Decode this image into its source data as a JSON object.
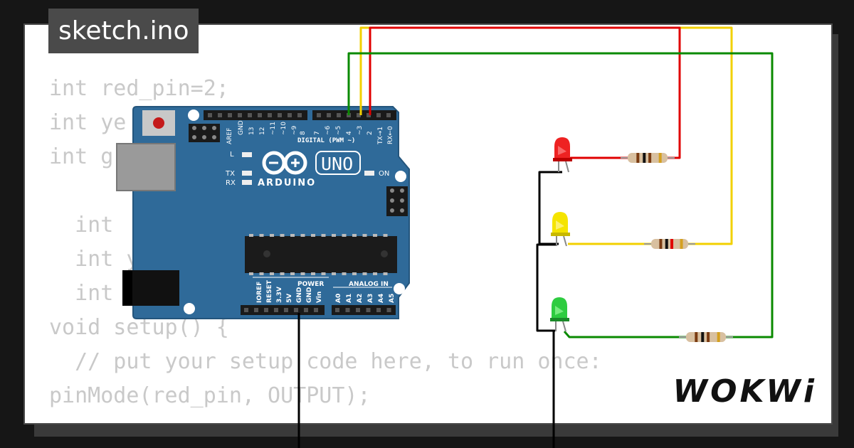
{
  "title": "sketch.ino",
  "brand": "WOKWi",
  "code_lines": [
    "int red_pin=2;",
    "int ye",
    "int g",
    "",
    "  int",
    "  int y",
    "  int",
    "void setup() {",
    "  // put your setup code here, to run once:",
    "pinMode(red_pin, OUTPUT);"
  ],
  "board": {
    "model": "UNO",
    "brand": "ARDUINO",
    "digital_label": "DIGITAL (PWM ~)",
    "digital_pins": [
      "AREF",
      "GND",
      "13",
      "12",
      "~11",
      "~10",
      "~9",
      "8",
      "7",
      "~6",
      "~5",
      "4",
      "~3",
      "2",
      "TX→1",
      "RX←0"
    ],
    "power_label": "POWER",
    "power_pins": [
      "IOREF",
      "RESET",
      "3.3V",
      "5V",
      "GND",
      "GND",
      "Vin"
    ],
    "analog_label": "ANALOG IN",
    "analog_pins": [
      "A0",
      "A1",
      "A2",
      "A3",
      "A4",
      "A5"
    ],
    "led_labels": [
      "L",
      "TX",
      "RX"
    ],
    "on_label": "ON"
  },
  "leds": [
    "red",
    "yellow",
    "green"
  ],
  "colors": {
    "board": "#2f6a99",
    "wire_red": "#e00000",
    "wire_yellow": "#f2d000",
    "wire_green": "#0a8a00",
    "wire_black": "#000000",
    "code_text": "#c9c9c9",
    "title_bg": "#4a4a4a"
  }
}
